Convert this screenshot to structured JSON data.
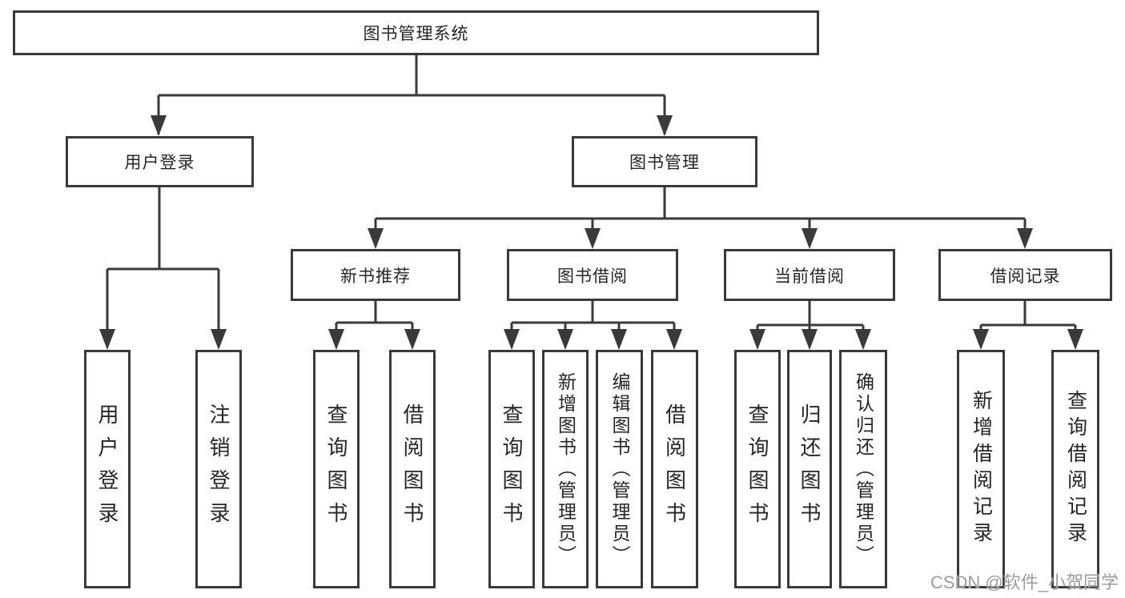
{
  "diagram_type": "hierarchy-chart",
  "colors": {
    "background": "#ffffff",
    "line": "#3a3a3a",
    "box_border": "#3a3a3a",
    "text": "#262626",
    "watermark": "#9c9c9c"
  },
  "tree": {
    "label": "图书管理系统",
    "children": [
      {
        "label": "用户登录",
        "children": [
          {
            "label": "用户登录"
          },
          {
            "label": "注销登录"
          }
        ]
      },
      {
        "label": "图书管理",
        "children": [
          {
            "label": "新书推荐",
            "children": [
              {
                "label": "查询图书"
              },
              {
                "label": "借阅图书"
              }
            ]
          },
          {
            "label": "图书借阅",
            "children": [
              {
                "label": "查询图书"
              },
              {
                "label": "新增图书（管理员）"
              },
              {
                "label": "编辑图书（管理员）"
              },
              {
                "label": "借阅图书"
              }
            ]
          },
          {
            "label": "当前借阅",
            "children": [
              {
                "label": "查询图书"
              },
              {
                "label": "归还图书"
              },
              {
                "label": "确认归还（管理员）"
              }
            ]
          },
          {
            "label": "借阅记录",
            "children": [
              {
                "label": "新增借阅记录"
              },
              {
                "label": "查询借阅记录"
              }
            ]
          }
        ]
      }
    ]
  },
  "watermark": {
    "text": "CSDN @软件_小贺同学"
  }
}
